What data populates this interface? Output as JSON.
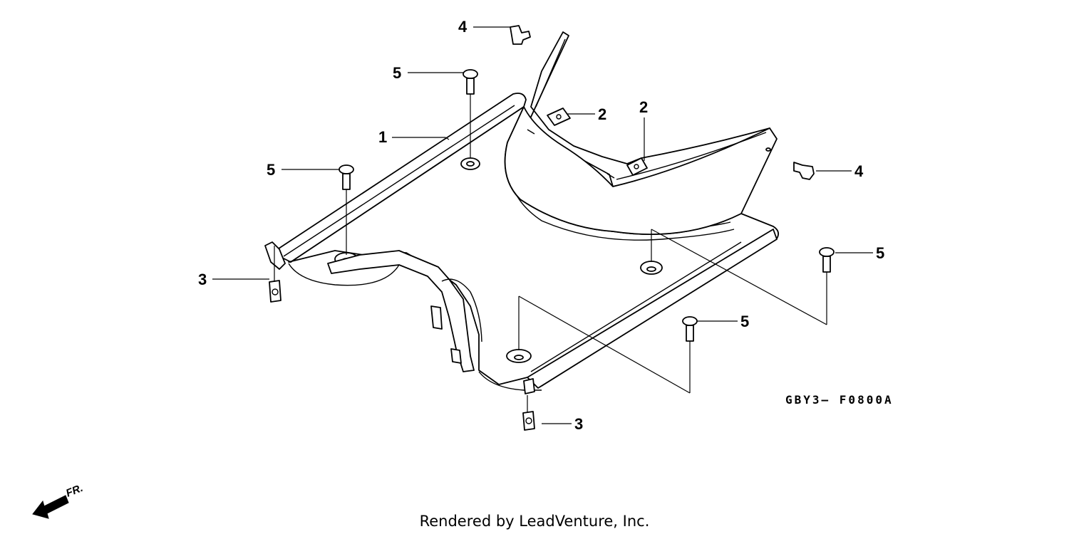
{
  "callouts": {
    "c1": "1",
    "c2a": "2",
    "c2b": "2",
    "c3a": "3",
    "c3b": "3",
    "c4a": "4",
    "c4b": "4",
    "c5a": "5",
    "c5b": "5",
    "c5c": "5",
    "c5d": "5"
  },
  "diagram_code": "GBY3– F0800A",
  "direction_label": "FR.",
  "footer": "Rendered by LeadVenture, Inc.",
  "icons": {
    "direction": "front-direction-arrow-icon"
  }
}
